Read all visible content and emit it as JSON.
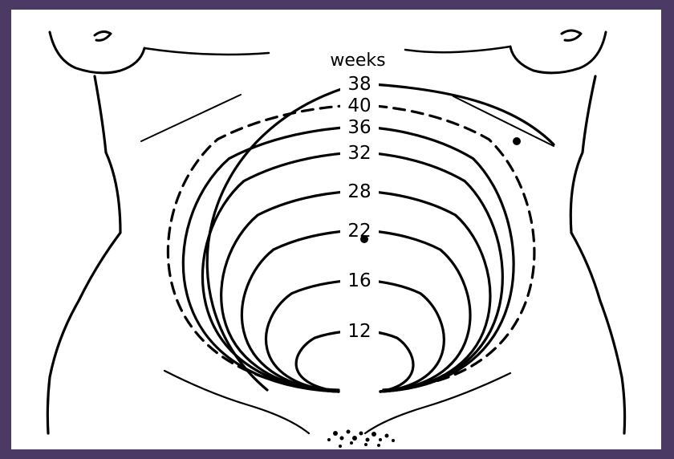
{
  "diagram": {
    "header_label": "weeks",
    "contours": [
      {
        "weeks": "38",
        "style": "solid"
      },
      {
        "weeks": "40",
        "style": "dashed"
      },
      {
        "weeks": "36",
        "style": "solid"
      },
      {
        "weeks": "32",
        "style": "solid"
      },
      {
        "weeks": "28",
        "style": "solid"
      },
      {
        "weeks": "22",
        "style": "solid"
      },
      {
        "weeks": "16",
        "style": "solid"
      },
      {
        "weeks": "12",
        "style": "solid"
      }
    ]
  },
  "colors": {
    "frame": "#4b3a63",
    "background": "#ffffff",
    "ink": "#000000"
  }
}
